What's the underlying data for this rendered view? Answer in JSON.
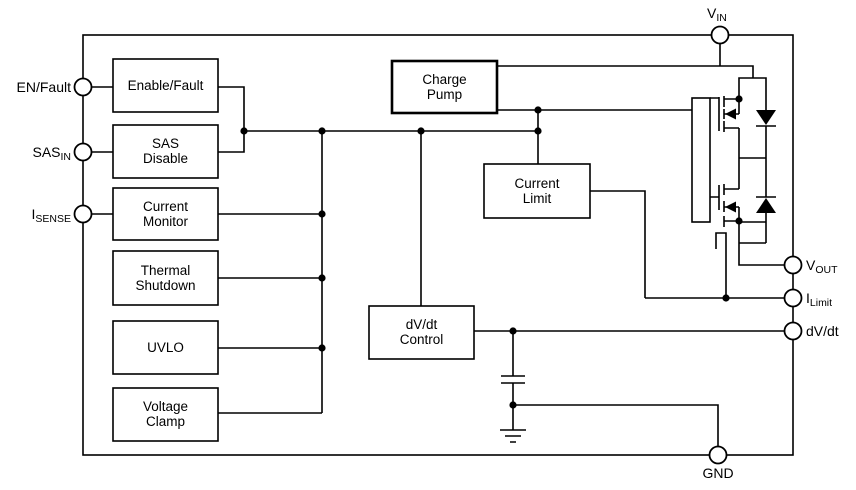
{
  "blocks": {
    "enable_fault": {
      "line1": "Enable/Fault"
    },
    "sas_disable": {
      "line1": "SAS",
      "line2": "Disable"
    },
    "current_monitor": {
      "line1": "Current",
      "line2": "Monitor"
    },
    "thermal_shutdown": {
      "line1": "Thermal",
      "line2": "Shutdown"
    },
    "uvlo": {
      "line1": "UVLO"
    },
    "voltage_clamp": {
      "line1": "Voltage",
      "line2": "Clamp"
    },
    "charge_pump": {
      "line1": "Charge",
      "line2": "Pump"
    },
    "current_limit": {
      "line1": "Current",
      "line2": "Limit"
    },
    "dvdt_control": {
      "line1": "dV/dt",
      "line2": "Control"
    }
  },
  "pins": {
    "en_fault": {
      "label": "EN/Fault"
    },
    "sas_in": {
      "main": "SAS",
      "sub": "IN"
    },
    "i_sense": {
      "main": "I",
      "sub": "SENSE"
    },
    "v_in": {
      "main": "V",
      "sub": "IN"
    },
    "v_out": {
      "main": "V",
      "sub": "OUT"
    },
    "i_limit": {
      "main": "I",
      "sub": "Limit"
    },
    "dv_dt": {
      "label": "dV/dt"
    },
    "gnd": {
      "label": "GND"
    }
  },
  "colors": {
    "line": "#000000",
    "background": "#ffffff"
  }
}
